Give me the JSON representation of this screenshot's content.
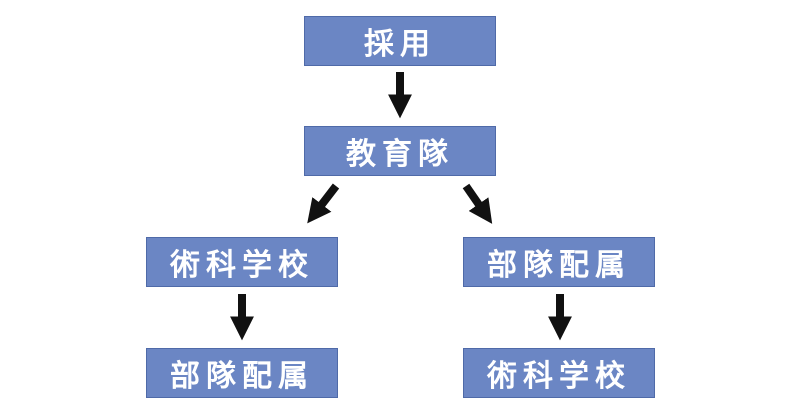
{
  "nodes": {
    "hire": "採用",
    "training_unit": "教育隊",
    "left_first": "術科学校",
    "right_first": "部隊配属",
    "left_second": "部隊配属",
    "right_second": "術科学校"
  },
  "colors": {
    "box_fill": "#6b86c4",
    "box_text": "#ffffff",
    "arrow": "#111111"
  }
}
